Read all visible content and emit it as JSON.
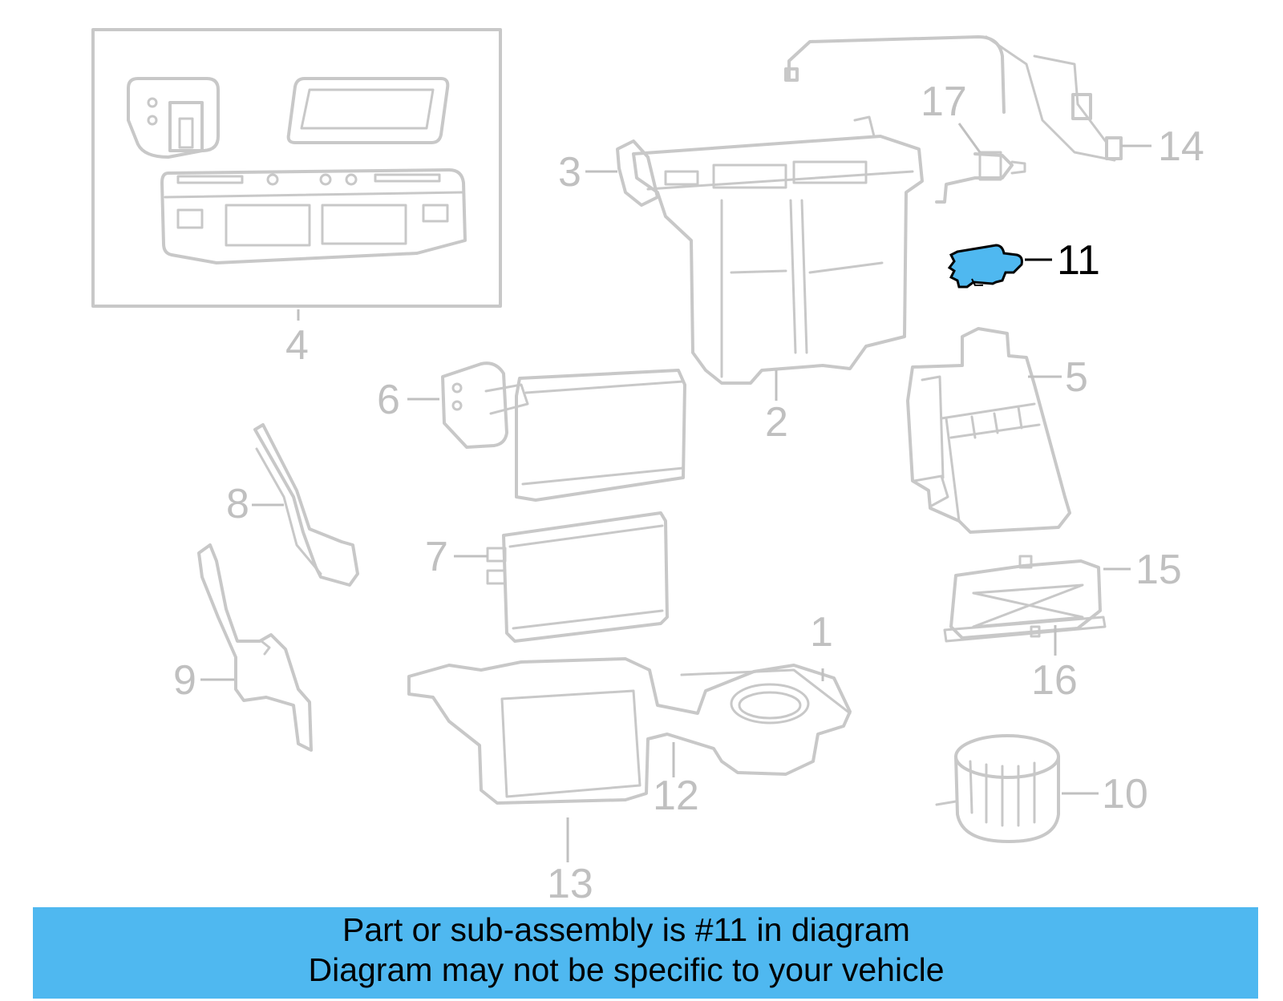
{
  "callouts": [
    {
      "id": "1",
      "label": "1",
      "highlighted": false
    },
    {
      "id": "2",
      "label": "2",
      "highlighted": false
    },
    {
      "id": "3",
      "label": "3",
      "highlighted": false
    },
    {
      "id": "4",
      "label": "4",
      "highlighted": false
    },
    {
      "id": "5",
      "label": "5",
      "highlighted": false
    },
    {
      "id": "6",
      "label": "6",
      "highlighted": false
    },
    {
      "id": "7",
      "label": "7",
      "highlighted": false
    },
    {
      "id": "8",
      "label": "8",
      "highlighted": false
    },
    {
      "id": "9",
      "label": "9",
      "highlighted": false
    },
    {
      "id": "10",
      "label": "10",
      "highlighted": false
    },
    {
      "id": "11",
      "label": "11",
      "highlighted": true
    },
    {
      "id": "12",
      "label": "12",
      "highlighted": false
    },
    {
      "id": "13",
      "label": "13",
      "highlighted": false
    },
    {
      "id": "14",
      "label": "14",
      "highlighted": false
    },
    {
      "id": "15",
      "label": "15",
      "highlighted": false
    },
    {
      "id": "16",
      "label": "16",
      "highlighted": false
    },
    {
      "id": "17",
      "label": "17",
      "highlighted": false
    }
  ],
  "colors": {
    "highlight_fill": "#4fb8f0",
    "part_stroke": "#c8c8c8",
    "label_gray": "#c0c0c0",
    "banner_bg": "#4fb8f0"
  },
  "banner": {
    "line1": "Part or sub-assembly is #11 in diagram",
    "line2": "Diagram may not be specific to your vehicle"
  }
}
